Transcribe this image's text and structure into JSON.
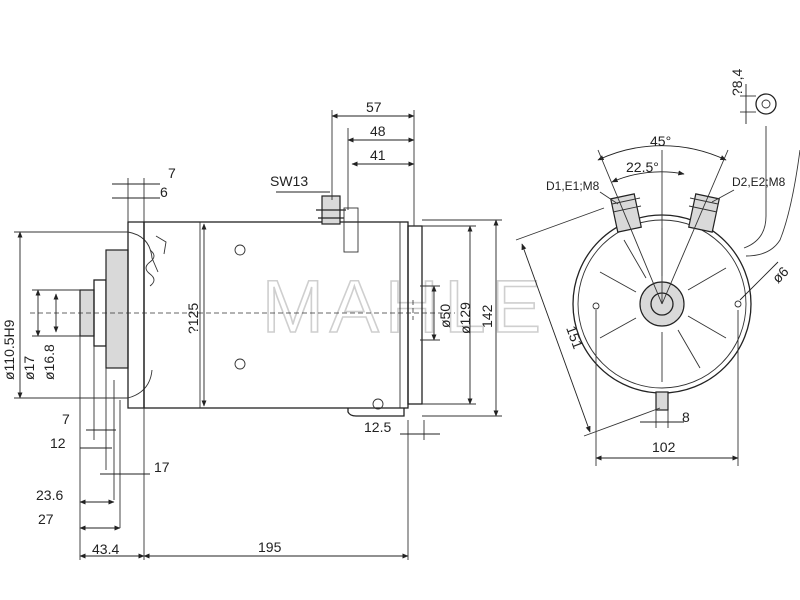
{
  "watermark": "MAHLE",
  "side_view": {
    "dim_7_top": "7",
    "dim_6": "6",
    "dim_sw13": "SW13",
    "dim_57": "57",
    "dim_48": "48",
    "dim_41": "41",
    "dia_110": "ø110.5H9",
    "dia_17": "ø17",
    "dia_16_8": "ø16.8",
    "dia_125": "?125",
    "dia_50": "ø50",
    "dia_129": "ø129",
    "dim_142": "142",
    "dim_7_bottom": "7",
    "dim_12": "12",
    "dim_17": "17",
    "dim_12_5": "12.5",
    "dim_23_6": "23.6",
    "dim_27": "27",
    "dim_43_4": "43.4",
    "dim_195": "195"
  },
  "end_view": {
    "dim_8_4": "?8,4",
    "angle_45": "45°",
    "angle_22_5": "22.5°",
    "terminal_left": "D1,E1;M8",
    "terminal_right": "D2,E2;M8",
    "dia_6": "ø6",
    "dim_151": "151",
    "dim_8": "8",
    "dim_102": "102"
  }
}
